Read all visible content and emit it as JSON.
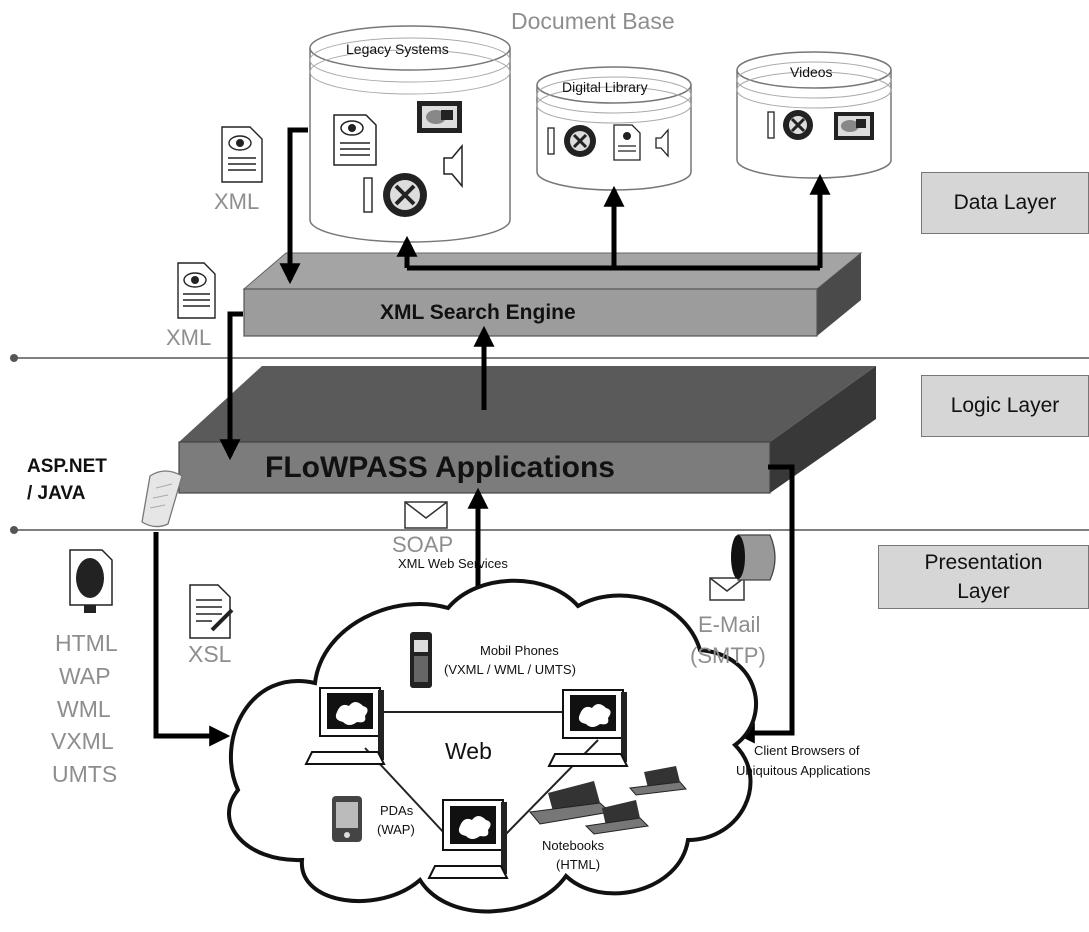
{
  "document_base_label": "Document Base",
  "databases": {
    "legacy": "Legacy Systems",
    "digital_library": "Digital Library",
    "videos": "Videos"
  },
  "layers": {
    "data": "Data Layer",
    "logic": "Logic Layer",
    "presentation": "Presentation\nLayer"
  },
  "engine_label": "XML  Search  Engine",
  "apps_label": "FLoWPASS   Applications",
  "xml_label_1": "XML",
  "xml_label_2": "XML",
  "platform_line1": "ASP.NET",
  "platform_line2": "/ JAVA",
  "formats": [
    "HTML",
    "WAP",
    "WML",
    "VXML",
    "UMTS"
  ],
  "xsl_label": "XSL",
  "soap_label": "SOAP",
  "web_services_label": "XML Web Services",
  "email_line1": "E-Mail",
  "email_line2": "(SMTP)",
  "mobile_line1": "Mobil Phones",
  "mobile_line2": "(VXML / WML / UMTS)",
  "web_label": "Web",
  "pda_line1": "PDAs",
  "pda_line2": "(WAP)",
  "notebook_line1": "Notebooks",
  "notebook_line2": "(HTML)",
  "clients_line1": "Client Browsers of",
  "clients_line2": "Ubiquitous Applications"
}
